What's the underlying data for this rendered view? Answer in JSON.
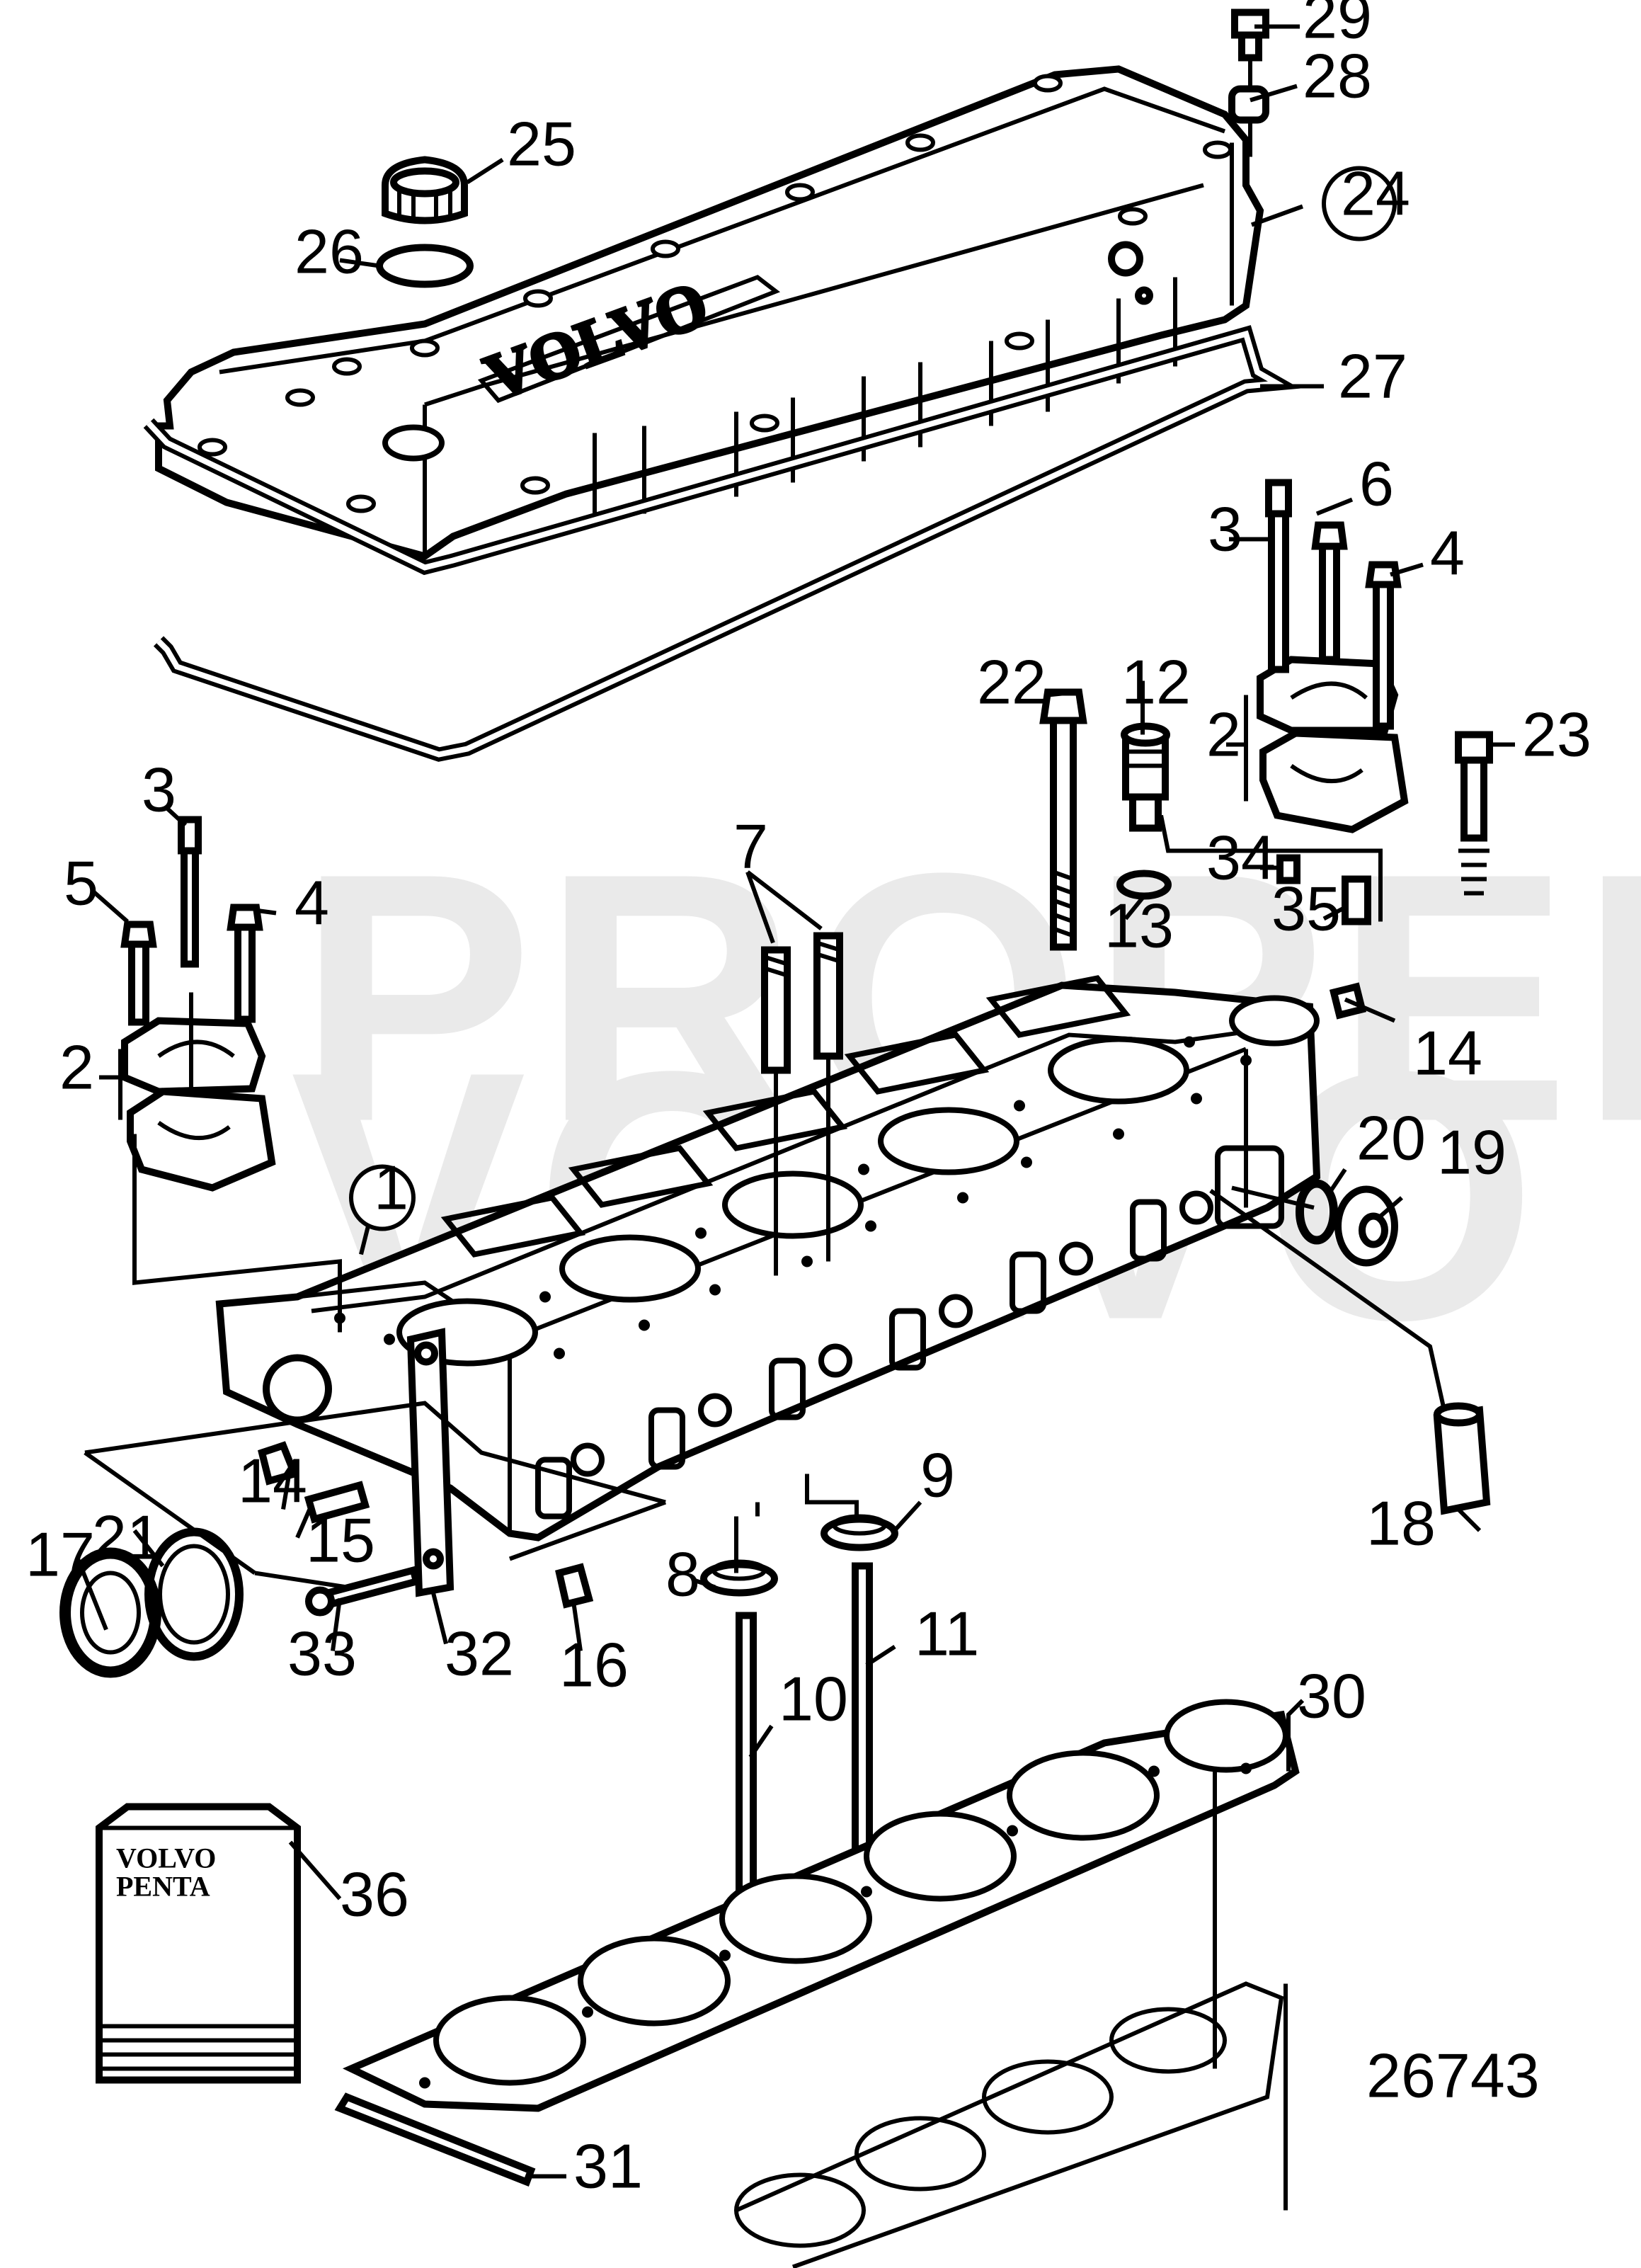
{
  "watermark": {
    "line1": "PROPERTY OF",
    "line2": "VOLVO PENTA"
  },
  "cover_brand": "VOLVO",
  "box_brand": {
    "line1": "VOLVO",
    "line2": "PENTA"
  },
  "figure_number": "26743",
  "callouts": [
    {
      "id": "c29",
      "text": "29"
    },
    {
      "id": "c28",
      "text": "28"
    },
    {
      "id": "c25",
      "text": "25"
    },
    {
      "id": "c26",
      "text": "26"
    },
    {
      "id": "c24",
      "text": "24"
    },
    {
      "id": "c27",
      "text": "27"
    },
    {
      "id": "c3a",
      "text": "3"
    },
    {
      "id": "c6",
      "text": "6"
    },
    {
      "id": "c4a",
      "text": "4"
    },
    {
      "id": "c22",
      "text": "22"
    },
    {
      "id": "c12",
      "text": "12"
    },
    {
      "id": "c2a",
      "text": "2"
    },
    {
      "id": "c23",
      "text": "23"
    },
    {
      "id": "c34",
      "text": "34"
    },
    {
      "id": "c35",
      "text": "35"
    },
    {
      "id": "c13",
      "text": "13"
    },
    {
      "id": "c3b",
      "text": "3"
    },
    {
      "id": "c5",
      "text": "5"
    },
    {
      "id": "c4b",
      "text": "4"
    },
    {
      "id": "c7",
      "text": "7"
    },
    {
      "id": "c2b",
      "text": "2"
    },
    {
      "id": "c14a",
      "text": "14"
    },
    {
      "id": "c1",
      "text": "1"
    },
    {
      "id": "c20",
      "text": "20"
    },
    {
      "id": "c19",
      "text": "19"
    },
    {
      "id": "c18",
      "text": "18"
    },
    {
      "id": "c14b",
      "text": "14"
    },
    {
      "id": "c9",
      "text": "9"
    },
    {
      "id": "c17",
      "text": "17"
    },
    {
      "id": "c21",
      "text": "21"
    },
    {
      "id": "c15",
      "text": "15"
    },
    {
      "id": "c8",
      "text": "8"
    },
    {
      "id": "c11",
      "text": "11"
    },
    {
      "id": "c33",
      "text": "33"
    },
    {
      "id": "c32",
      "text": "32"
    },
    {
      "id": "c16",
      "text": "16"
    },
    {
      "id": "c10",
      "text": "10"
    },
    {
      "id": "c30",
      "text": "30"
    },
    {
      "id": "c36",
      "text": "36"
    },
    {
      "id": "c31",
      "text": "31"
    }
  ]
}
